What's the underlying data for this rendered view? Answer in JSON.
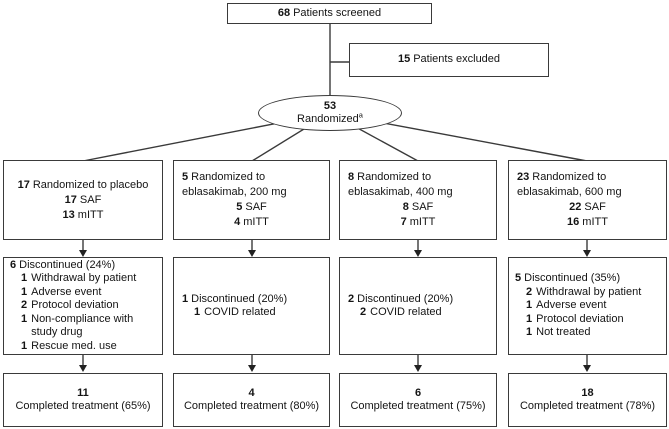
{
  "screened": {
    "num": "68",
    "label": "Patients screened"
  },
  "excluded": {
    "num": "15",
    "label": "Patients excluded"
  },
  "randomized": {
    "num": "53",
    "label": "Randomized",
    "footnote": "a"
  },
  "cols": {
    "c1": {
      "arm": {
        "lines": [
          {
            "num": "17",
            "text": "Randomized to placebo"
          }
        ],
        "saf": {
          "num": "17",
          "text": "SAF"
        },
        "mitt": {
          "num": "13",
          "text": "mITT"
        }
      },
      "disc": {
        "header": {
          "num": "6",
          "text": "Discontinued (24%)"
        },
        "items": [
          {
            "num": "1",
            "text": "Withdrawal by patient"
          },
          {
            "num": "1",
            "text": "Adverse event"
          },
          {
            "num": "2",
            "text": "Protocol deviation"
          },
          {
            "num": "1",
            "text": "Non-compliance with study drug"
          },
          {
            "num": "1",
            "text": "Rescue med. use"
          }
        ]
      },
      "done": {
        "num": "11",
        "label": "Completed treatment (65%)"
      }
    },
    "c2": {
      "arm": {
        "lines": [
          {
            "num": "5",
            "text": "Randomized to"
          },
          {
            "num": "",
            "text": "eblasakimab, 200 mg"
          }
        ],
        "saf": {
          "num": "5",
          "text": "SAF"
        },
        "mitt": {
          "num": "4",
          "text": "mITT"
        }
      },
      "disc": {
        "header": {
          "num": "1",
          "text": "Discontinued (20%)"
        },
        "items": [
          {
            "num": "1",
            "text": "COVID related"
          }
        ]
      },
      "done": {
        "num": "4",
        "label": "Completed treatment (80%)"
      }
    },
    "c3": {
      "arm": {
        "lines": [
          {
            "num": "8",
            "text": "Randomized to"
          },
          {
            "num": "",
            "text": "eblasakimab, 400 mg"
          }
        ],
        "saf": {
          "num": "8",
          "text": "SAF"
        },
        "mitt": {
          "num": "7",
          "text": "mITT"
        }
      },
      "disc": {
        "header": {
          "num": "2",
          "text": "Discontinued (20%)"
        },
        "items": [
          {
            "num": "2",
            "text": "COVID related"
          }
        ]
      },
      "done": {
        "num": "6",
        "label": "Completed treatment (75%)"
      }
    },
    "c4": {
      "arm": {
        "lines": [
          {
            "num": "23",
            "text": "Randomized to"
          },
          {
            "num": "",
            "text": "eblasakimab, 600 mg"
          }
        ],
        "saf": {
          "num": "22",
          "text": "SAF"
        },
        "mitt": {
          "num": "16",
          "text": "mITT"
        }
      },
      "disc": {
        "header": {
          "num": "5",
          "text": "Discontinued (35%)"
        },
        "items": [
          {
            "num": "2",
            "text": "Withdrawal by patient"
          },
          {
            "num": "1",
            "text": "Adverse event"
          },
          {
            "num": "1",
            "text": "Protocol deviation"
          },
          {
            "num": "1",
            "text": "Not treated"
          }
        ]
      },
      "done": {
        "num": "18",
        "label": "Completed treatment (78%)"
      }
    }
  }
}
